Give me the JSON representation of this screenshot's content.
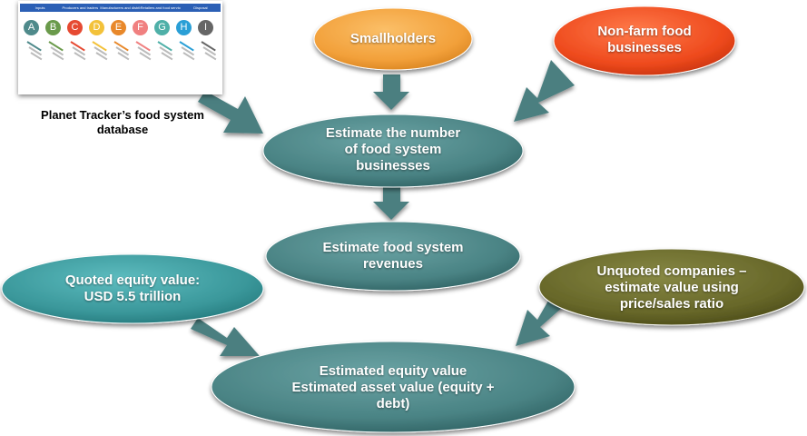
{
  "colors": {
    "teal": "#4f8a8b",
    "quoted": "#3c9c9f",
    "smallholders": "#f3a13a",
    "non_farm": "#ee4a1d",
    "unquoted": "#6b6b2a",
    "arrow": "#4b7f80"
  },
  "database": {
    "caption": "Planet Tracker’s food system\ndatabase",
    "header_cells": [
      "Inputs",
      "Producers and traders",
      "Manufacturers and distributors",
      "Retailers and food service",
      "Disposal"
    ],
    "circles": [
      {
        "letter": "A",
        "color": "#4f8a8b"
      },
      {
        "letter": "B",
        "color": "#6a9a4b"
      },
      {
        "letter": "C",
        "color": "#e64a32"
      },
      {
        "letter": "D",
        "color": "#f3c23a"
      },
      {
        "letter": "E",
        "color": "#e8882a"
      },
      {
        "letter": "F",
        "color": "#f08080"
      },
      {
        "letter": "G",
        "color": "#4fb0a8"
      },
      {
        "letter": "H",
        "color": "#2a9fd6"
      },
      {
        "letter": "I",
        "color": "#666666"
      }
    ]
  },
  "nodes": {
    "smallholders": "Smallholders",
    "non_farm": "Non-farm food\nbusinesses",
    "estimate_number": "Estimate the number\nof food system\nbusinesses",
    "estimate_revenues": "Estimate food system\nrevenues",
    "quoted": "Quoted equity value:\nUSD 5.5 trillion",
    "unquoted": "Unquoted companies –\nestimate value using\nprice/sales ratio",
    "estimated_value": "Estimated equity value\nEstimated asset value (equity +\ndebt)"
  }
}
